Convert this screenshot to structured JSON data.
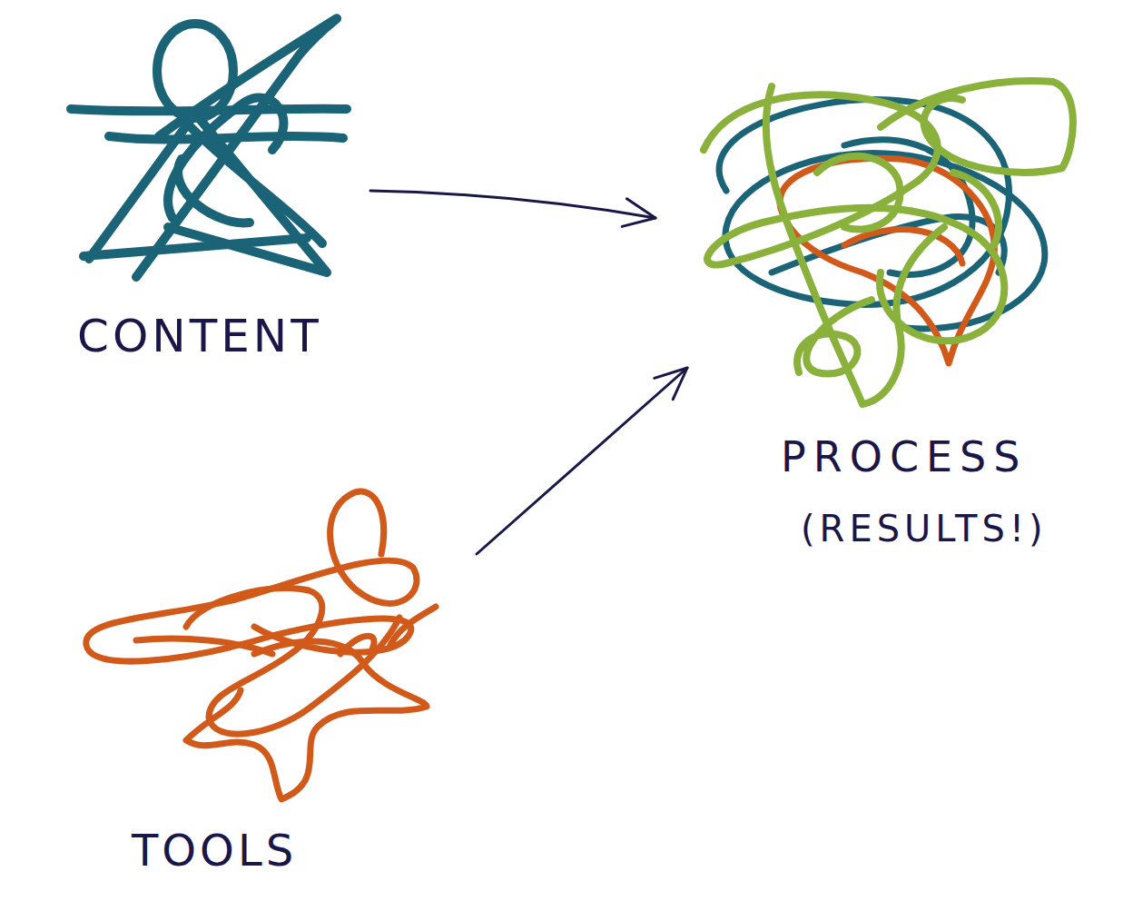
{
  "diagram": {
    "nodes": [
      {
        "text": [
          "CONTENT"
        ]
      },
      {
        "text": [
          "PROCESS",
          "(RESULTS!)"
        ]
      },
      {
        "text": [
          "TOOLS"
        ]
      }
    ],
    "edges": [
      {
        "from": 0,
        "to": 1,
        "arrow": "to"
      },
      {
        "from": 2,
        "to": 1,
        "arrow": "to"
      }
    ]
  }
}
